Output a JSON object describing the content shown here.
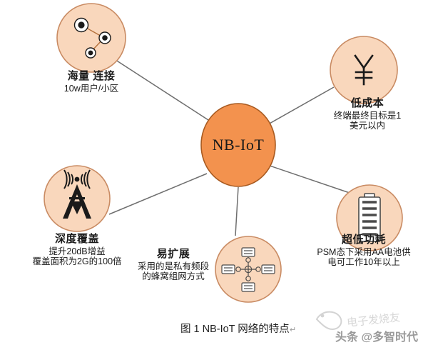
{
  "figure": {
    "center_label": "NB-IoT",
    "caption": "图 1 NB-IoT 网络的特点",
    "caption_mark": "↵",
    "colors": {
      "center_fill": "#F3924E",
      "center_stroke": "#A85A20",
      "node_fill": "#F9D7BC",
      "node_stroke": "#C98B63",
      "connector": "#6E6E6E",
      "icon": "#1a1a1a"
    }
  },
  "nodes": [
    {
      "id": "massive-connections",
      "icon": "network-nodes-icon",
      "title": "海量 连接",
      "desc": [
        "10w用户/小区"
      ]
    },
    {
      "id": "low-cost",
      "icon": "yuan-currency-icon",
      "title": "低成本",
      "desc": [
        "终端最终目标是1",
        "美元以内"
      ]
    },
    {
      "id": "deep-coverage",
      "icon": "cell-tower-icon",
      "title": "深度覆盖",
      "desc": [
        "提升20dB增益",
        "覆盖面积为2G的100倍"
      ]
    },
    {
      "id": "easy-expansion",
      "icon": "network-topology-icon",
      "title": "易扩展",
      "desc": [
        "采用的是私有频段",
        "的蜂窝组网方式"
      ]
    },
    {
      "id": "ultra-low-power",
      "icon": "battery-icon",
      "title": "超低功耗",
      "desc": [
        "PSM态下采用AA电池供",
        "电可工作10年以上"
      ]
    }
  ],
  "watermark": {
    "primary": "头条 @多智时代",
    "secondary": "电子发烧友"
  }
}
